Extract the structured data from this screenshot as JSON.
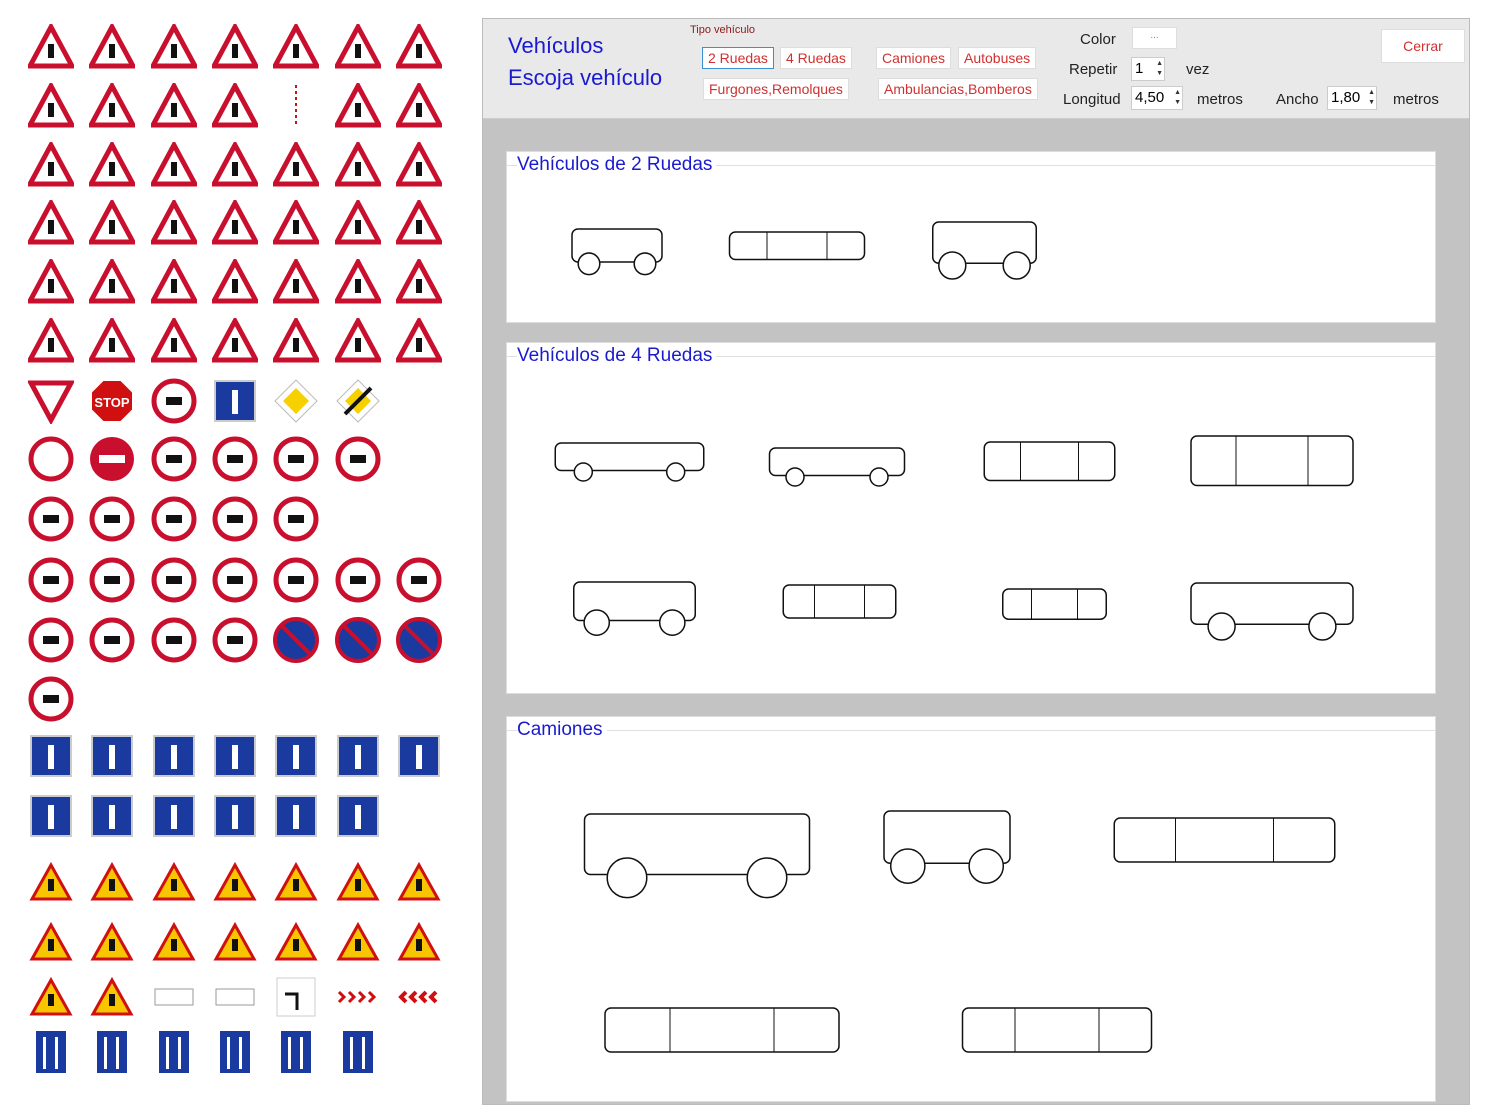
{
  "signs": {
    "rows": [
      [
        "tri",
        "tri",
        "tri",
        "tri",
        "tri",
        "tri",
        "tri"
      ],
      [
        "tri",
        "tri",
        "tri",
        "tri",
        "mark",
        "tri",
        "tri"
      ],
      [
        "tri",
        "tri",
        "tri",
        "tri",
        "tri",
        "tri",
        "tri"
      ],
      [
        "tri",
        "tri",
        "tri",
        "tri",
        "tri",
        "tri",
        "tri"
      ],
      [
        "tri",
        "tri",
        "tri",
        "tri",
        "tri",
        "tri",
        "tri"
      ],
      [
        "tri",
        "tri",
        "tri",
        "tri",
        "tri",
        "tri",
        "tri"
      ],
      [
        "yield",
        "stop",
        "circ",
        "blue",
        "diamond",
        "diamond-end"
      ],
      [
        "circ-empty",
        "noentry",
        "circ",
        "circ",
        "circ",
        "circ"
      ],
      [
        "circ",
        "circ",
        "circ",
        "circ",
        "circ"
      ],
      [
        "circ",
        "circ",
        "circ",
        "circ",
        "circ",
        "circ",
        "circ"
      ],
      [
        "circ",
        "circ",
        "circ",
        "circ",
        "noparking",
        "noparking",
        "noparking"
      ],
      [
        "circ"
      ],
      [
        "blue",
        "blue",
        "blue",
        "blue",
        "blue",
        "blue",
        "blue"
      ],
      [
        "blue",
        "blue",
        "blue",
        "blue",
        "blue",
        "blue"
      ],
      [
        "ytri",
        "ytri",
        "ytri",
        "ytri",
        "ytri",
        "ytri",
        "ytri"
      ],
      [
        "ytri",
        "ytri",
        "ytri",
        "ytri",
        "ytri",
        "ytri",
        "ytri"
      ],
      [
        "ytri",
        "ytri",
        "plate",
        "plate",
        "corner",
        "chevron-r",
        "chevron-l"
      ],
      [
        "lane",
        "lane",
        "lane",
        "lane",
        "lane",
        "lane"
      ]
    ],
    "stop_text": "STOP"
  },
  "header": {
    "title": "Vehículos",
    "subtitle": "Escoja vehículo",
    "tipo_label": "Tipo vehículo",
    "buttons": [
      "2 Ruedas",
      "4 Ruedas",
      "Camiones",
      "Autobuses",
      "Furgones,Remolques",
      "Ambulancias,Bomberos"
    ],
    "color_label": "Color",
    "color_button": "...",
    "repetir_label": "Repetir",
    "repetir_value": "1",
    "repetir_unit": "vez",
    "longitud_label": "Longitud",
    "longitud_value": "4,50",
    "longitud_unit": "metros",
    "ancho_label": "Ancho",
    "ancho_value": "1,80",
    "ancho_unit": "metros",
    "close": "Cerrar"
  },
  "sections": [
    {
      "title": "Vehículos de 2 Ruedas",
      "items": [
        "bicycle",
        "motorcycle-top",
        "motorcycle-side"
      ]
    },
    {
      "title": "Vehículos de 4 Ruedas",
      "items": [
        "convertible-side",
        "coupe-side",
        "car-top",
        "van-top",
        "suv-side",
        "pickup-top",
        "chassis-top",
        "minivan-side"
      ]
    },
    {
      "title": "Camiones",
      "items": [
        "box-truck-side",
        "tractor-unit-side",
        "truck-top",
        "truck-chassis-top",
        "mixer-truck-top"
      ]
    }
  ]
}
